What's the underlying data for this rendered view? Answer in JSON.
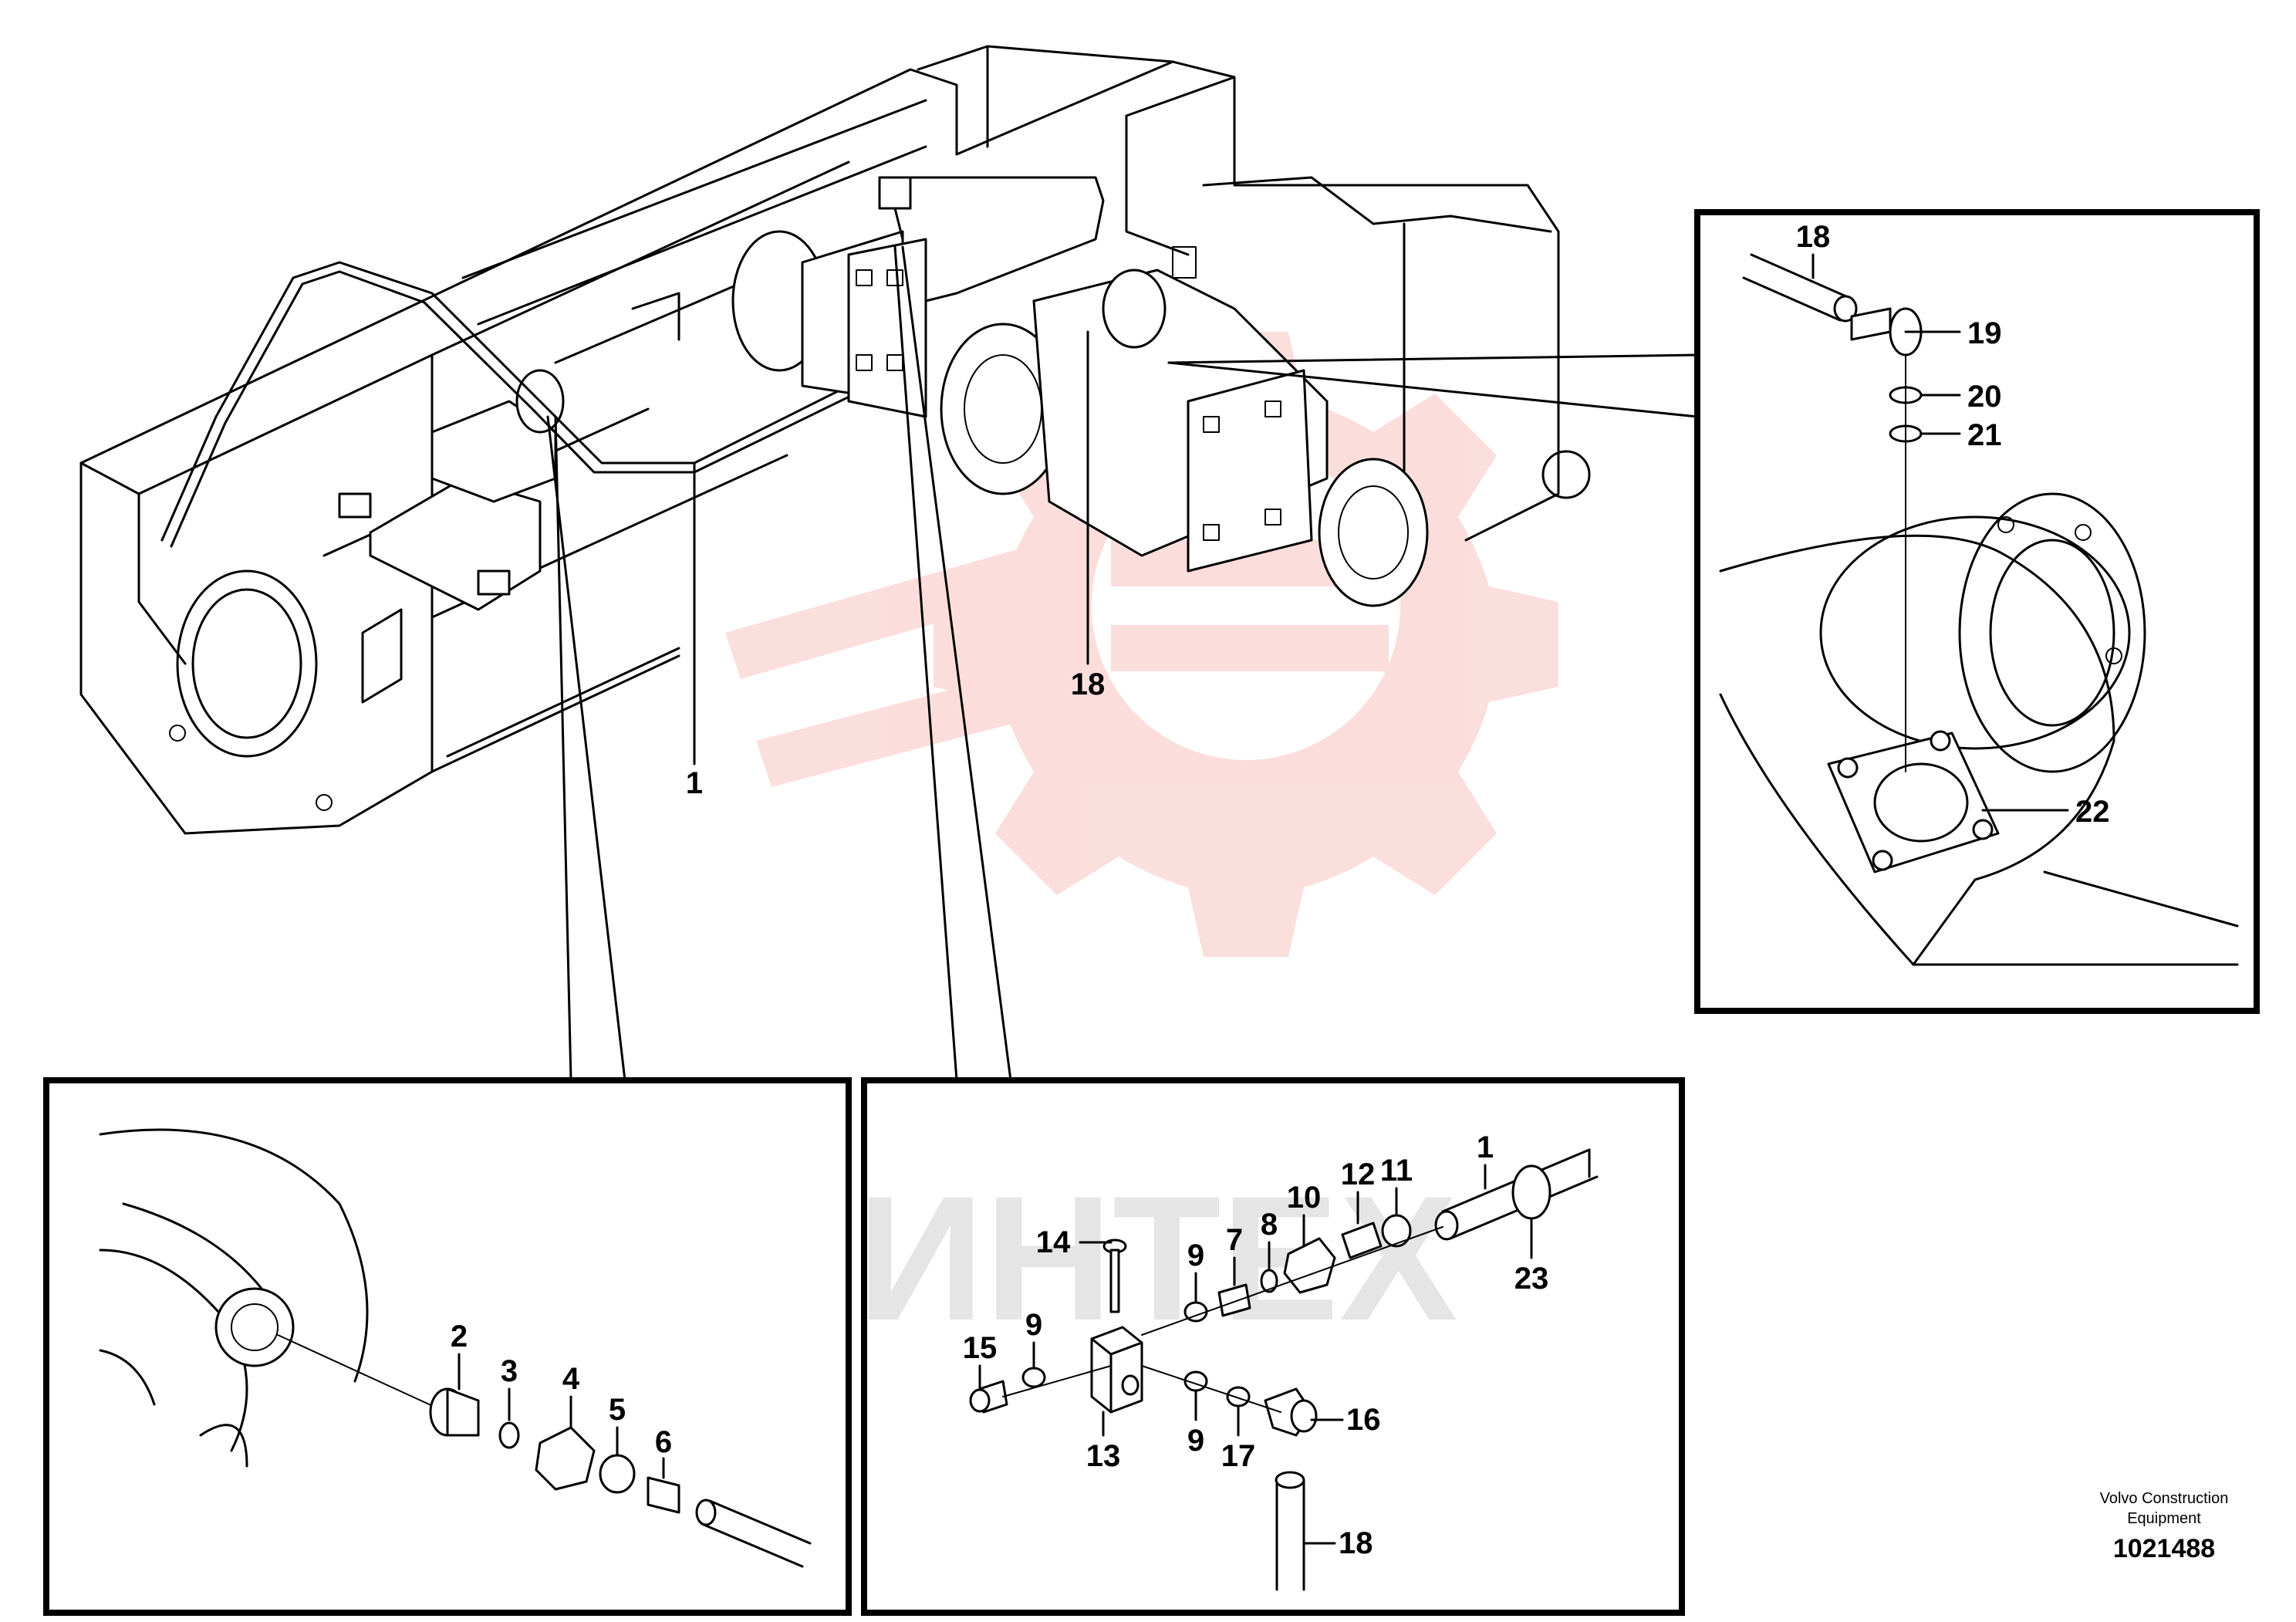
{
  "watermark": {
    "text": "ИНТЕХ",
    "color": "#e8362e"
  },
  "callouts": {
    "main": {
      "c1": "1",
      "c18": "18"
    },
    "detail_right": {
      "c18": "18",
      "c19": "19",
      "c20": "20",
      "c21": "21",
      "c22": "22"
    },
    "detail_left": {
      "c2": "2",
      "c3": "3",
      "c4": "4",
      "c5": "5",
      "c6": "6"
    },
    "detail_center": {
      "c1": "1",
      "c23": "23",
      "c7": "7",
      "c8": "8",
      "c9a": "9",
      "c9b": "9",
      "c9c": "9",
      "c10": "10",
      "c11": "11",
      "c12": "12",
      "c13": "13",
      "c14": "14",
      "c15": "15",
      "c16": "16",
      "c17": "17",
      "c18": "18"
    }
  },
  "caption": {
    "line1": "Volvo Construction",
    "line2": "Equipment",
    "number": "1021488"
  }
}
